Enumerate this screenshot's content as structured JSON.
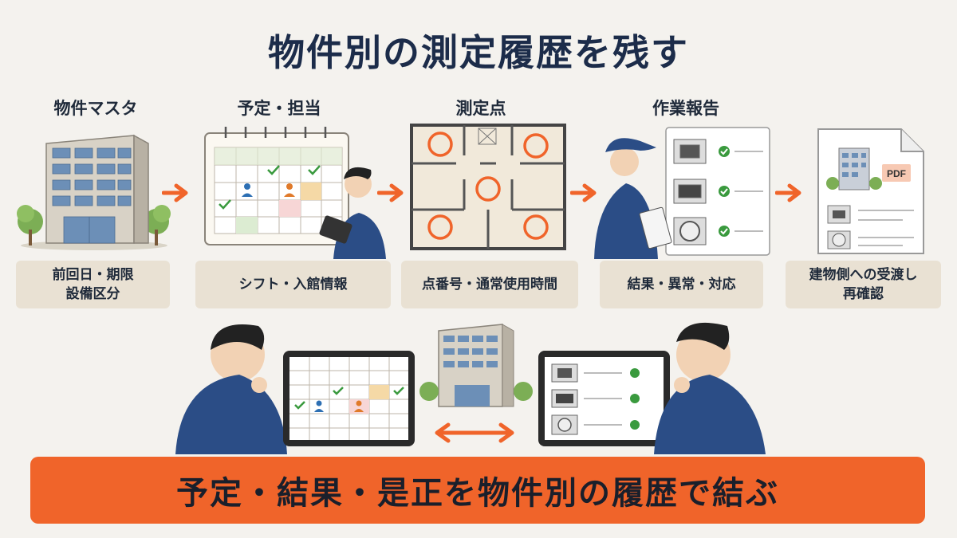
{
  "title": "物件別の測定履歴を残す",
  "steps": [
    {
      "title": "物件マスタ",
      "caption": [
        "前回日・期限",
        "設備区分"
      ]
    },
    {
      "title": "予定・担当",
      "caption": [
        "シフト・入館情報"
      ]
    },
    {
      "title": "測定点",
      "caption": [
        "点番号・通常使用時間"
      ]
    },
    {
      "title": "作業報告",
      "caption": [
        "結果・異常・対応"
      ]
    },
    {
      "title": "",
      "caption": [
        "建物側への受渡し",
        "再確認"
      ]
    }
  ],
  "pdf_label": "PDF",
  "banner": "予定・結果・是正を物件別の履歴で結ぶ",
  "colors": {
    "accent": "#f0642a",
    "navy": "#1c2c4a",
    "caption_bg": "#e9e1d3",
    "check_green": "#3a9a3e",
    "worker_blue": "#2b4d86"
  }
}
